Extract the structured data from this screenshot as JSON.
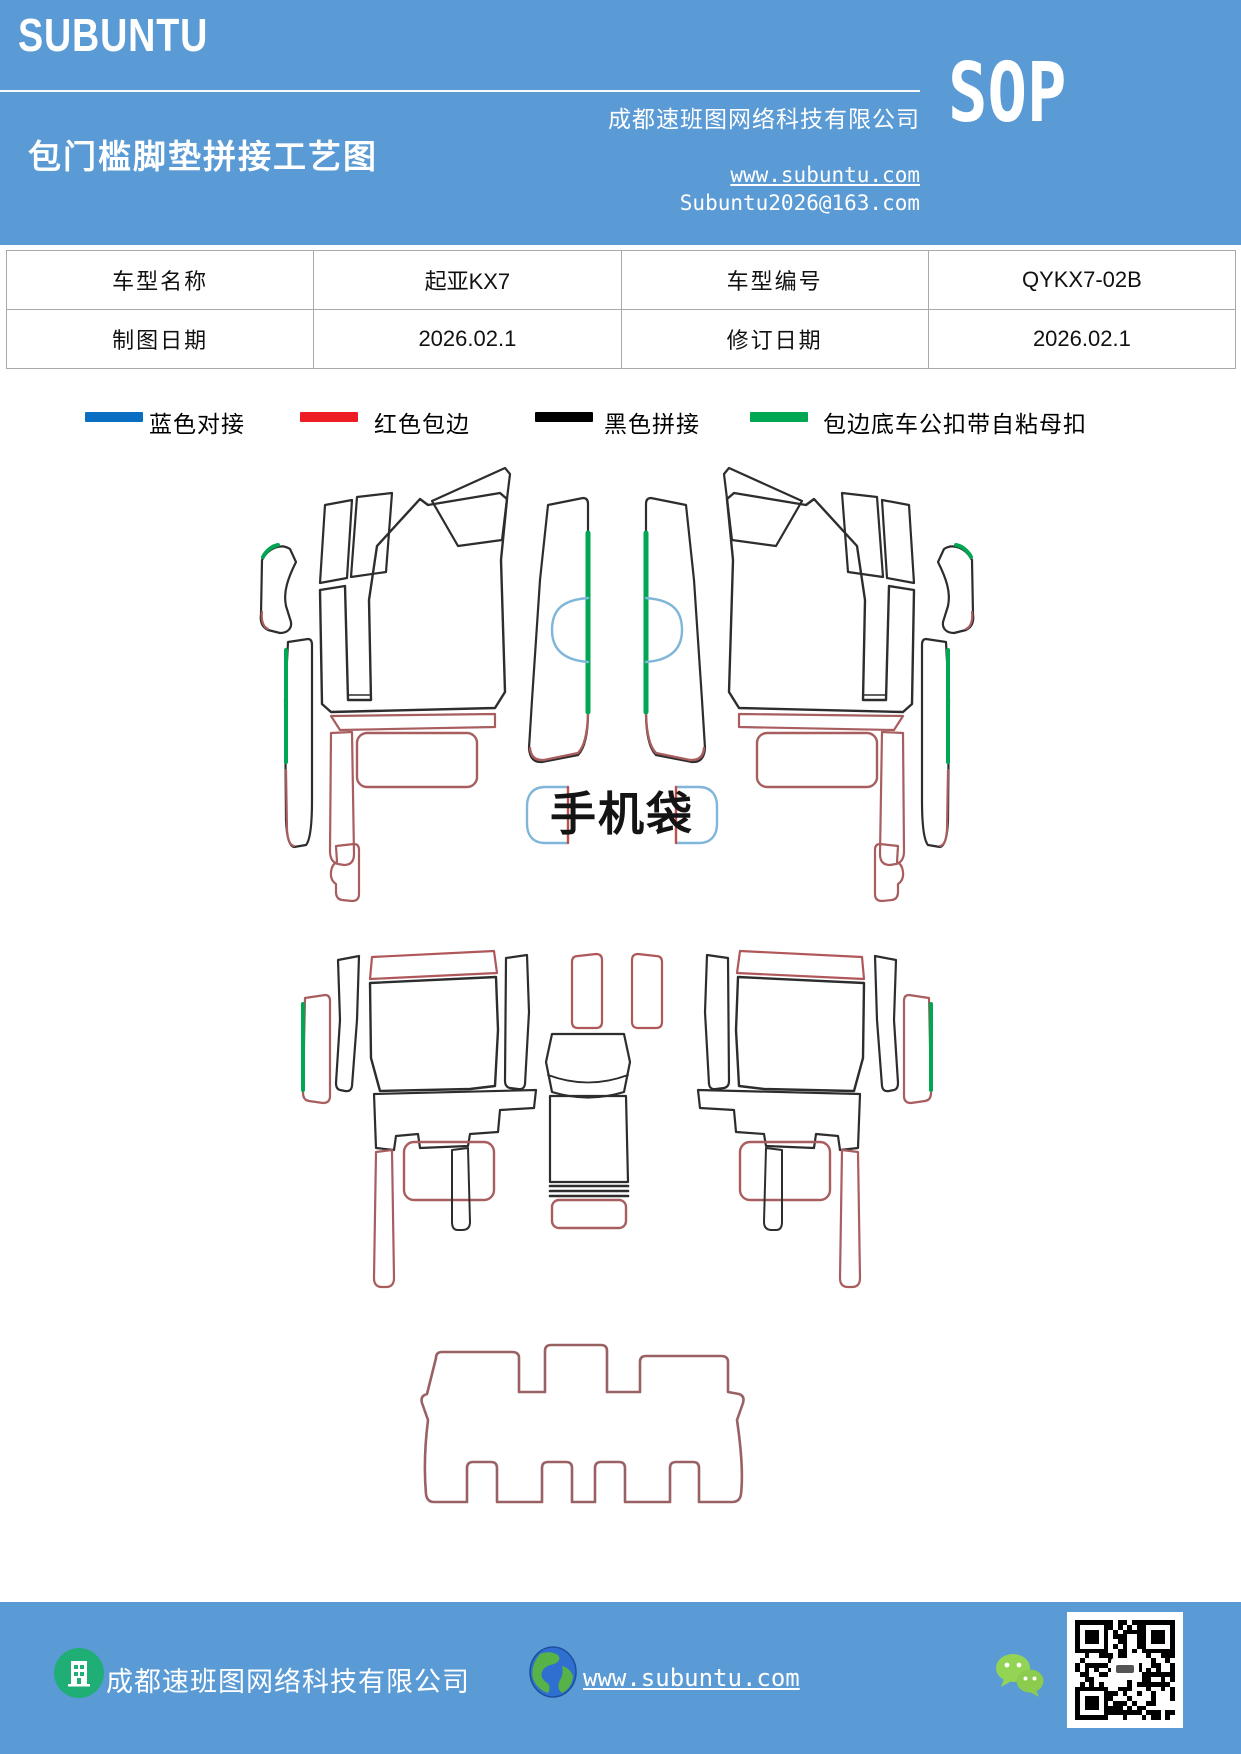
{
  "colors": {
    "accent_blue": "#5b9bd5",
    "legend_blue": "#0a6fc2",
    "legend_red": "#ee1c25",
    "legend_black": "#000000",
    "legend_green": "#00a651",
    "outline_black": "#2d2d2d",
    "outline_red": "#a85d5f",
    "outline_green": "#00a651",
    "outline_lightblue": "#7fb6d9",
    "trunk_outline_red": "#9a6164"
  },
  "header": {
    "logo": "SUBUNTU",
    "title": "包门槛脚垫拼接工艺图",
    "company": "成都速班图网络科技有限公司",
    "website": "www.subuntu.com",
    "email": "Subuntu2026@163.com",
    "badge": "SOP"
  },
  "info_table": {
    "rows": [
      {
        "cells": [
          {
            "text": "车型名称"
          },
          {
            "text": "起亚KX7"
          },
          {
            "text": "车型编号"
          },
          {
            "text": "QYKX7-02B"
          }
        ]
      },
      {
        "cells": [
          {
            "text": "制图日期"
          },
          {
            "text": "2026.02.1"
          },
          {
            "text": "修订日期"
          },
          {
            "text": "2026.02.1"
          }
        ]
      }
    ]
  },
  "legend": {
    "items": [
      {
        "label": "蓝色对接",
        "color": "#0a6fc2"
      },
      {
        "label": "红色包边",
        "color": "#ee1c25"
      },
      {
        "label": "黑色拼接",
        "color": "#000000"
      },
      {
        "label": "包边底车公扣带自粘母扣",
        "color": "#00a651"
      }
    ]
  },
  "diagram": {
    "phone_bag_label": "手机袋"
  },
  "footer": {
    "company": "成都速班图网络科技有限公司",
    "website": "www.subuntu.com"
  }
}
